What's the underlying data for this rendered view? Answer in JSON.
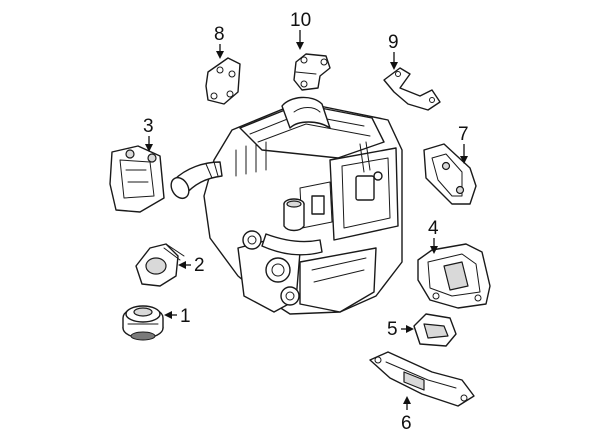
{
  "callouts": [
    {
      "id": "1",
      "label": "1"
    },
    {
      "id": "2",
      "label": "2"
    },
    {
      "id": "3",
      "label": "3"
    },
    {
      "id": "4",
      "label": "4"
    },
    {
      "id": "5",
      "label": "5"
    },
    {
      "id": "6",
      "label": "6"
    },
    {
      "id": "7",
      "label": "7"
    },
    {
      "id": "8",
      "label": "8"
    },
    {
      "id": "9",
      "label": "9"
    },
    {
      "id": "10",
      "label": "10"
    }
  ],
  "colors": {
    "line": "#1a1a1a",
    "background": "#ffffff",
    "shade": "#d9d9d9"
  }
}
